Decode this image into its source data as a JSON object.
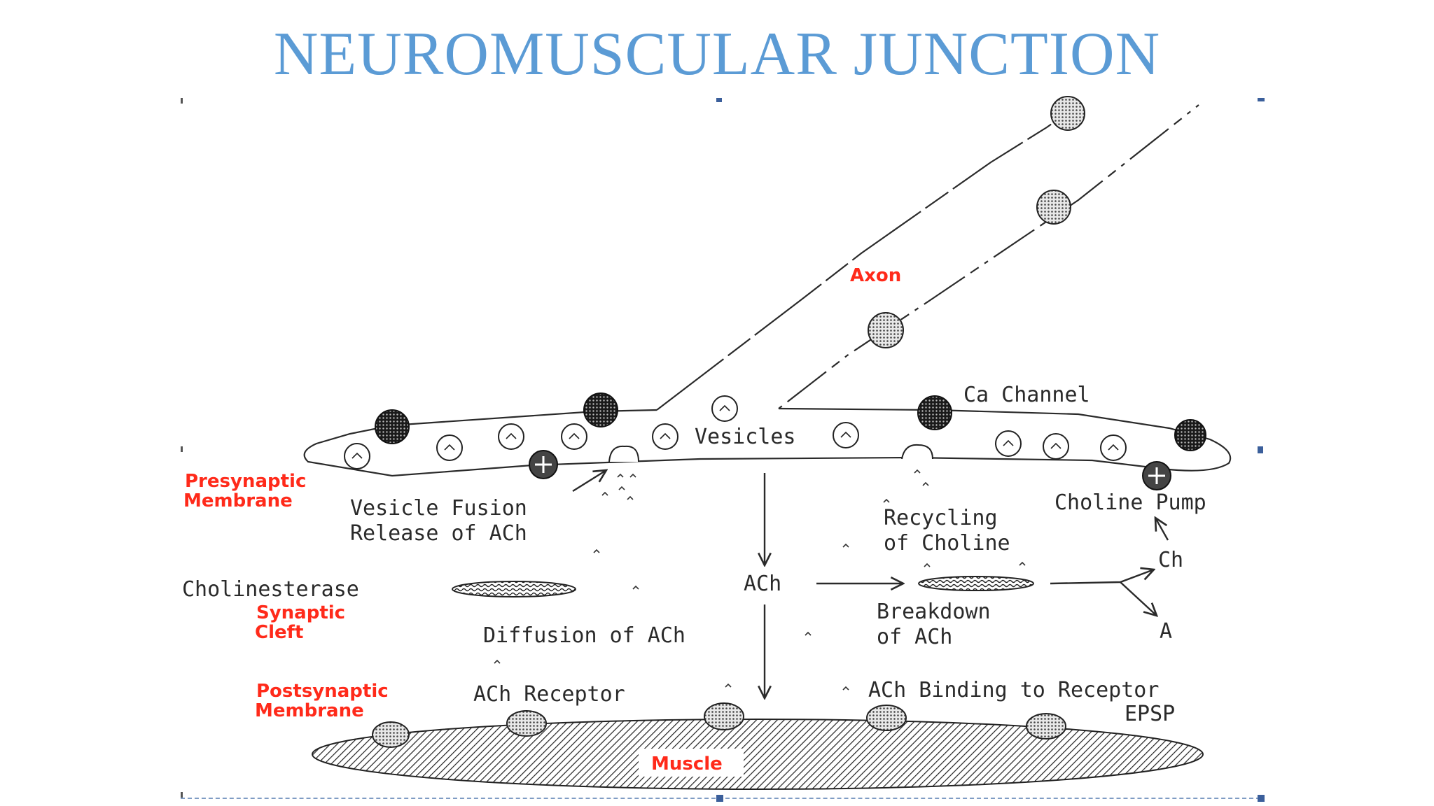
{
  "slide": {
    "title": "NEUROMUSCULAR JUNCTION"
  },
  "labels": {
    "axon": "Axon",
    "ca_channel": "Ca Channel",
    "vesicles": "Vesicles",
    "presynaptic_line1": "Presynaptic",
    "presynaptic_line2": "Membrane",
    "vesicle_fusion_line1": "Vesicle Fusion",
    "vesicle_fusion_line2": "Release of ACh",
    "recycling_line1": "Recycling",
    "recycling_line2": "of Choline",
    "choline_pump": "Choline Pump",
    "ch": "Ch",
    "a": "A",
    "cholinesterase": "Cholinesterase",
    "ach": "ACh",
    "breakdown_line1": "Breakdown",
    "breakdown_line2": "of ACh",
    "synaptic_line1": "Synaptic",
    "synaptic_line2": "Cleft",
    "diffusion": "Diffusion of ACh",
    "postsynaptic_line1": "Postsynaptic",
    "postsynaptic_line2": "Membrane",
    "ach_receptor": "ACh Receptor",
    "ach_binding": "ACh Binding to Receptor",
    "epsp": "EPSP",
    "muscle": "Muscle"
  },
  "colors": {
    "title": "#5b9bd5",
    "red_label": "#ff2a1a",
    "line": "#2a2a2a"
  }
}
